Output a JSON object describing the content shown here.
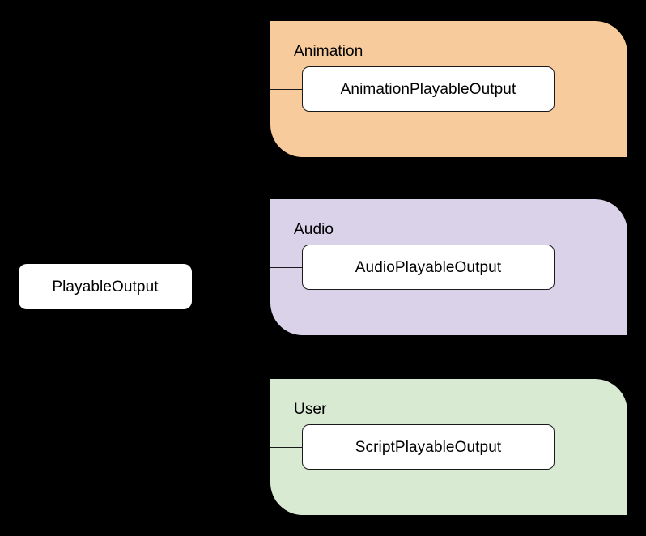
{
  "diagram": {
    "type": "class-hierarchy",
    "background_color": "#000000",
    "base": {
      "label": "PlayableOutput",
      "fill_color": "#ffffff",
      "text_color": "#000000"
    },
    "groups": [
      {
        "id": "animation",
        "label": "Animation",
        "fill_color": "#f8cb9c",
        "child": {
          "label": "AnimationPlayableOutput",
          "fill_color": "#ffffff",
          "border_color": "#1a1a1a"
        }
      },
      {
        "id": "audio",
        "label": "Audio",
        "fill_color": "#d9d2e9",
        "child": {
          "label": "AudioPlayableOutput",
          "fill_color": "#ffffff",
          "border_color": "#1a1a1a"
        }
      },
      {
        "id": "user",
        "label": "User",
        "fill_color": "#d9ead3",
        "child": {
          "label": "ScriptPlayableOutput",
          "fill_color": "#ffffff",
          "border_color": "#1a1a1a"
        }
      }
    ]
  }
}
